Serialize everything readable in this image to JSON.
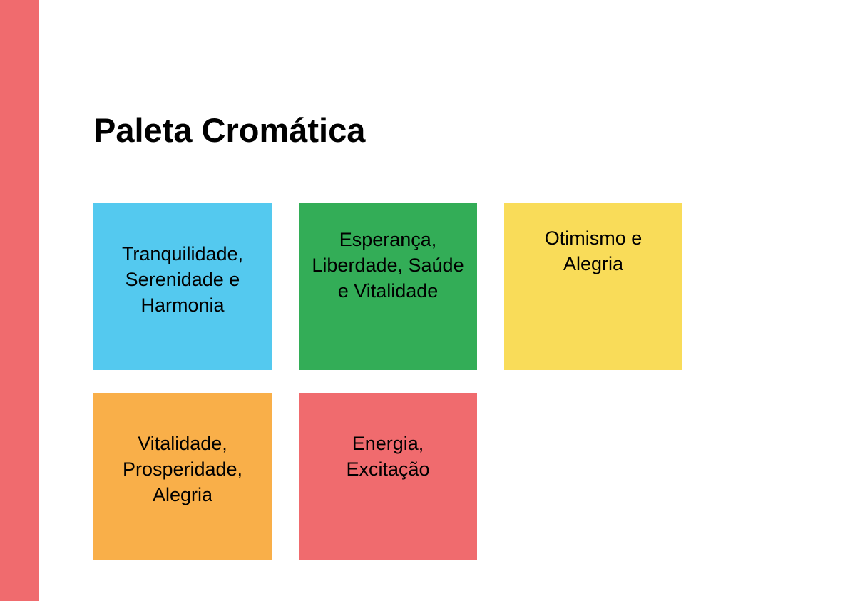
{
  "title": "Paleta Cromática",
  "colors": {
    "accent_bar": "#f06b6e"
  },
  "swatches": [
    {
      "label": "Tranquilidade, Serenidade e Harmonia",
      "color": "#54c9ef"
    },
    {
      "label": "Esperança, Liberdade, Saúde e Vitalidade",
      "color": "#33ad57"
    },
    {
      "label": "Otimismo e Alegria",
      "color": "#f9dc59"
    },
    {
      "label": "Vitalidade, Prosperidade, Alegria",
      "color": "#f9af49"
    },
    {
      "label": "Energia, Excitação",
      "color": "#f06b6e"
    }
  ]
}
